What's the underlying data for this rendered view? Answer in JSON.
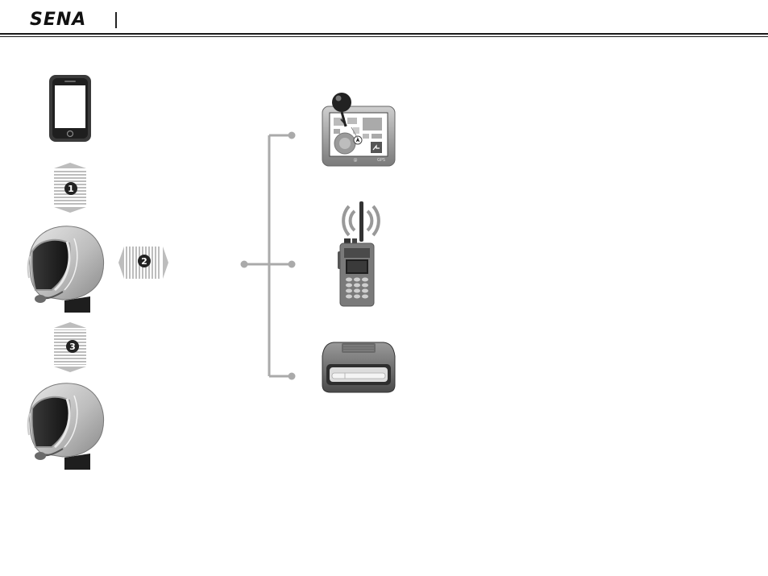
{
  "header": {
    "brand": "SENA"
  },
  "icons": {
    "smartphone": "smartphone-icon",
    "helmet": "helmet-icon",
    "gps": "gps-navigator-icon",
    "radio": "two-way-radio-icon",
    "detector": "radar-detector-icon"
  },
  "steps": {
    "one": "1",
    "two": "2",
    "three": "3"
  },
  "gps": {
    "label": "GPS"
  },
  "colors": {
    "connector": "#aaaaaa",
    "badge": "#222222"
  }
}
